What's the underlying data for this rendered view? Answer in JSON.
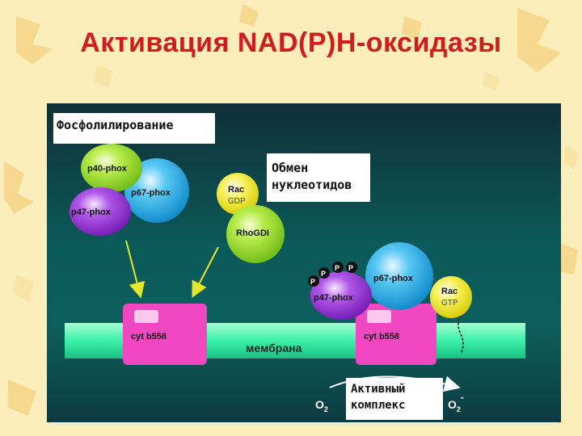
{
  "title": "Активация NAD(P)H-оксидазы",
  "boxes": {
    "phosphorylation": "Фосфолилирование",
    "exchange_line1": "Обмен",
    "exchange_line2": "нуклеотидов",
    "active_line1": "Активный",
    "active_line2": "комплекс"
  },
  "proteins": {
    "p40": "p40-phox",
    "p67_left": "p67-phox",
    "p47_left": "p47-phox",
    "rac_left": "Rac",
    "gdp": "GDP",
    "rhogdi": "RhoGDI",
    "cyt_left": "cyt b558",
    "cyt_right": "cyt b558",
    "p67_right": "p67-phox",
    "p47_right": "p47-phox",
    "rac_right": "Rac",
    "gtp": "GTP",
    "phosphate": "P"
  },
  "membrane_label": "мембрана",
  "o2_left": "O",
  "o2_left_sub": "2",
  "o2_right": "O",
  "o2_right_sub": "2",
  "o2_right_sup": "-",
  "colors": {
    "title": "#d11c1c",
    "membrane": "#3cf0a8",
    "cytochrome": "#f048c0",
    "p40": "#9be02a",
    "p67": "#1ea8e8",
    "p47": "#9a2cd8",
    "rac": "#f2ea1c",
    "rhogdi": "#8ce81c",
    "arrow": "#e6e62a"
  }
}
